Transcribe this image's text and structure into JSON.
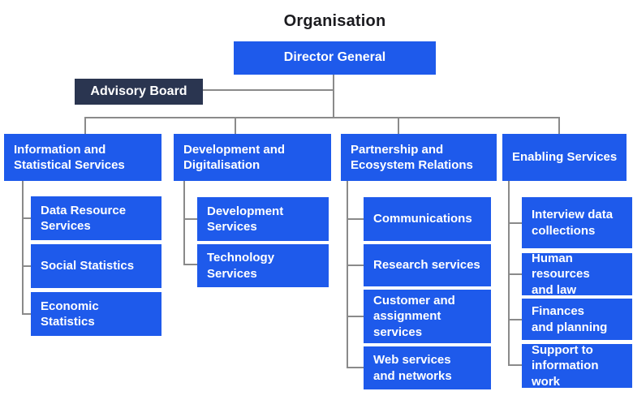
{
  "title": "Organisation",
  "root": {
    "label": "Director General"
  },
  "advisory": {
    "label": "Advisory Board"
  },
  "columns": [
    {
      "label": "Information and\nStatistical Services",
      "children": [
        "Data Resource\nServices",
        "Social Statistics",
        "Economic Statistics"
      ]
    },
    {
      "label": "Development and\nDigitalisation",
      "children": [
        "Development\nServices",
        "Technology Services"
      ]
    },
    {
      "label": "Partnership and\nEcosystem Relations",
      "children": [
        "Communications",
        "Research services",
        "Customer and\nassignment services",
        "Web services\nand networks"
      ]
    },
    {
      "label": "Enabling Services",
      "children": [
        "Interview data\ncollections",
        "Human resources\nand law",
        "Finances\nand planning",
        "Support to\ninformation work"
      ]
    }
  ],
  "colors": {
    "node_blue": "#1e5aeb",
    "node_navy": "#2a3550",
    "connector_gray": "#8a8a8a",
    "title_text": "#1b1b1f",
    "node_text": "#ffffff"
  }
}
